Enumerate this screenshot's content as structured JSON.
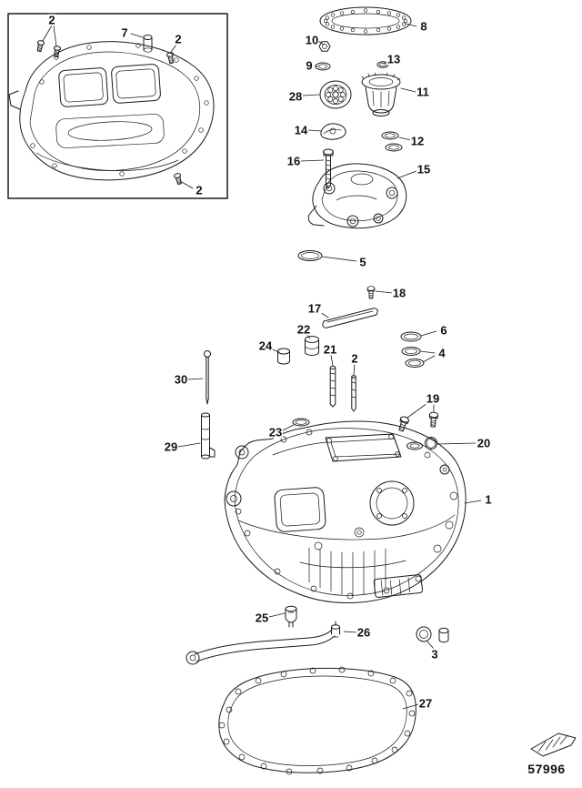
{
  "figure": {
    "number": "57996"
  },
  "colors": {
    "ink": "#1a1a1a",
    "background": "#ffffff"
  },
  "callouts": [
    {
      "label": "2"
    },
    {
      "label": "7"
    },
    {
      "label": "2"
    },
    {
      "label": "2"
    },
    {
      "label": "8"
    },
    {
      "label": "10"
    },
    {
      "label": "9"
    },
    {
      "label": "13"
    },
    {
      "label": "11"
    },
    {
      "label": "28"
    },
    {
      "label": "14"
    },
    {
      "label": "12"
    },
    {
      "label": "16"
    },
    {
      "label": "15"
    },
    {
      "label": "5"
    },
    {
      "label": "18"
    },
    {
      "label": "17"
    },
    {
      "label": "22"
    },
    {
      "label": "6"
    },
    {
      "label": "24"
    },
    {
      "label": "21"
    },
    {
      "label": "2"
    },
    {
      "label": "4"
    },
    {
      "label": "30"
    },
    {
      "label": "19"
    },
    {
      "label": "23"
    },
    {
      "label": "20"
    },
    {
      "label": "29"
    },
    {
      "label": "1"
    },
    {
      "label": "25"
    },
    {
      "label": "26"
    },
    {
      "label": "3"
    },
    {
      "label": "27"
    }
  ]
}
